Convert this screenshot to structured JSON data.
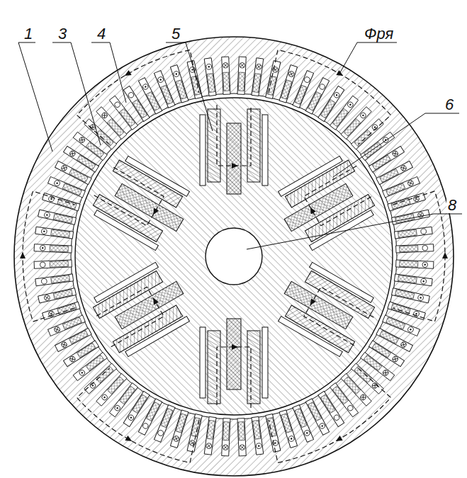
{
  "diagram": {
    "labels": [
      "1",
      "3",
      "4",
      "5",
      "Фря",
      "6",
      "8"
    ]
  }
}
